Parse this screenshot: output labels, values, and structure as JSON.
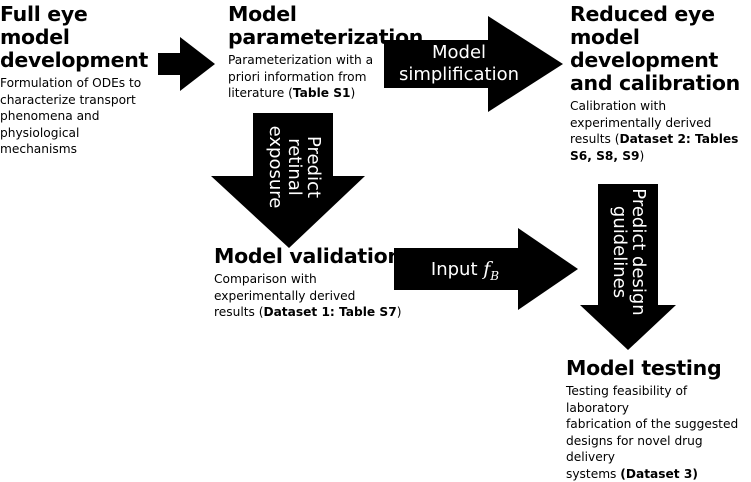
{
  "colors": {
    "arrow_fill": "#000000",
    "arrow_text": "#ffffff",
    "background": "#ffffff"
  },
  "boxes": {
    "full_eye": {
      "title_line1": "Full eye model",
      "title_line2": "development",
      "desc_lines": [
        "Formulation of ODEs to",
        "characterize transport",
        "phenomena and",
        "physiological mechanisms"
      ]
    },
    "parameterization": {
      "title_line1": "Model",
      "title_line2": "parameterization",
      "desc_line1": "Parameterization with a",
      "desc_line2": "priori information from",
      "desc_line3_text": "literature (",
      "desc_line3_bold": "Table S1",
      "desc_line3_end": ")"
    },
    "reduced": {
      "title_lines": [
        "Reduced eye",
        "model",
        "development",
        "and calibration"
      ],
      "desc_line1": "Calibration with",
      "desc_line2": "experimentally derived",
      "desc_line3_text": "results (",
      "desc_line3_bold": "Dataset 2: Tables",
      "desc_line4_bold": "S6, S8, S9",
      "desc_line4_end": ")"
    },
    "validation": {
      "title": "Model validation",
      "desc_line1": "Comparison with",
      "desc_line2": "experimentally derived",
      "desc_line3_text": "results (",
      "desc_line3_bold": "Dataset 1: Table S7",
      "desc_line3_end": ")"
    },
    "testing": {
      "title": "Model testing",
      "desc_lines": [
        "Testing feasibility of laboratory",
        "fabrication of the suggested",
        "designs for novel drug delivery"
      ],
      "desc_line4_text": "systems ",
      "desc_line4_bold": "(Dataset 3)"
    }
  },
  "arrows": {
    "simplification": {
      "line1": "Model",
      "line2": "simplification"
    },
    "predict_retinal": {
      "line1": "Predict",
      "line2": "retinal",
      "line3": "exposure"
    },
    "input_fb": {
      "label": "Input",
      "symbol": "f",
      "subscript": "B"
    },
    "predict_design": {
      "line1": "Predict design",
      "line2": "guidelines"
    }
  }
}
